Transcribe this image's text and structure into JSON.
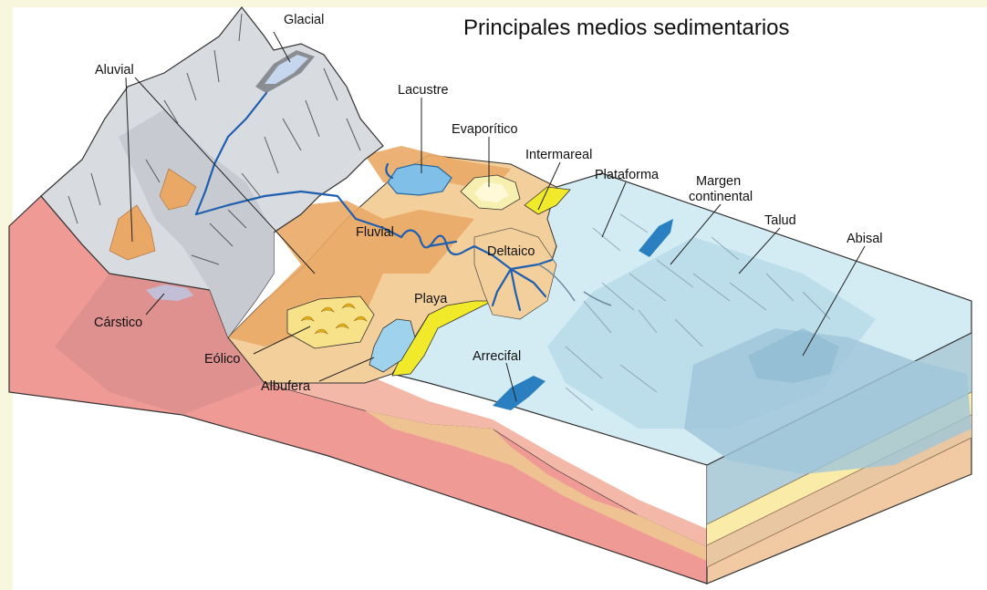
{
  "title": "Principales medios sedimentarios",
  "colors": {
    "page_tint": "#f8f6dc",
    "land_orange": "#e9a866",
    "land_light": "#f3cf9b",
    "mountain": "#d8dbdf",
    "shelf_water": "#d3ecf4",
    "deep_water": "#a9cfe0",
    "beach": "#f1ea2a",
    "lake": "#7fbfe8",
    "section_red": "#f09a95",
    "section_pink": "#f3b8a8",
    "sediment_yellow": "#faeba8",
    "reef": "#2a7fc1"
  },
  "labels": {
    "glacial": "Glacial",
    "aluvial": "Aluvial",
    "lacustre": "Lacustre",
    "evaporitico": "Evaporítico",
    "intermareal": "Intermareal",
    "plataforma": "Plataforma",
    "margen_line1": "Margen",
    "margen_line2": "continental",
    "talud": "Talud",
    "abisal": "Abisal",
    "fluvial": "Fluvial",
    "deltaico": "Deltaico",
    "playa": "Playa",
    "carstico": "Cárstico",
    "eolico": "Eólico",
    "albufera": "Albufera",
    "arrecifal": "Arrecifal"
  }
}
